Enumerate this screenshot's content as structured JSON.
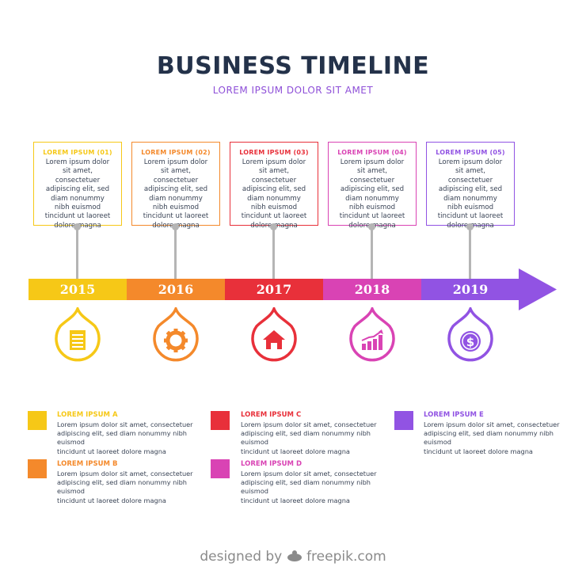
{
  "header": {
    "title": "BUSINESS TIMELINE",
    "subtitle": "LOREM IPSUM DOLOR SIT AMET"
  },
  "milestones": [
    {
      "heading": "LOREM IPSUM (01)",
      "lines": [
        "Lorem ipsum dolor",
        "sit amet,",
        "consectetuer",
        "adipiscing elit, sed",
        "diam nonummy",
        "nibh euismod",
        "tincidunt ut laoreet",
        "dolore magna"
      ],
      "year": "2015",
      "color": "#f6c817",
      "icon": "document-icon"
    },
    {
      "heading": "LOREM IPSUM (02)",
      "lines": [
        "Lorem ipsum dolor",
        "sit amet,",
        "consectetuer",
        "adipiscing elit, sed",
        "diam nonummy",
        "nibh euismod",
        "tincidunt ut laoreet",
        "dolore magna"
      ],
      "year": "2016",
      "color": "#f4892b",
      "icon": "gear-icon"
    },
    {
      "heading": "LOREM IPSUM (03)",
      "lines": [
        "Lorem ipsum dolor",
        "sit amet,",
        "consectetuer",
        "adipiscing elit, sed",
        "diam nonummy",
        "nibh euismod",
        "tincidunt ut laoreet",
        "dolore magna"
      ],
      "year": "2017",
      "color": "#e8303a",
      "icon": "house-icon"
    },
    {
      "heading": "LOREM IPSUM (04)",
      "lines": [
        "Lorem ipsum dolor",
        "sit amet,",
        "consectetuer",
        "adipiscing elit, sed",
        "diam nonummy",
        "nibh euismod",
        "tincidunt ut laoreet",
        "dolore magna"
      ],
      "year": "2018",
      "color": "#d943b4",
      "icon": "bar-chart-icon"
    },
    {
      "heading": "LOREM IPSUM (05)",
      "lines": [
        "Lorem ipsum dolor",
        "sit amet,",
        "consectetuer",
        "adipiscing elit, sed",
        "diam nonummy",
        "nibh euismod",
        "tincidunt ut laoreet",
        "dolore magna"
      ],
      "year": "2019",
      "color": "#9153e3",
      "icon": "dollar-coin-icon"
    }
  ],
  "legend": [
    {
      "heading": "LOREM IPSUM A",
      "color": "#f6c817",
      "lines": [
        "Lorem ipsum dolor sit amet, consectetuer",
        "adipiscing elit, sed diam nonummy nibh euismod",
        "tincidunt ut laoreet dolore magna"
      ]
    },
    {
      "heading": "LOREM IPSUM B",
      "color": "#f4892b",
      "lines": [
        "Lorem ipsum dolor sit amet, consectetuer",
        "adipiscing elit, sed diam nonummy nibh euismod",
        "tincidunt ut laoreet dolore magna"
      ]
    },
    {
      "heading": "LOREM IPSUM C",
      "color": "#e8303a",
      "lines": [
        "Lorem ipsum dolor sit amet, consectetuer",
        "adipiscing elit, sed diam nonummy nibh euismod",
        "tincidunt ut laoreet dolore magna"
      ]
    },
    {
      "heading": "LOREM IPSUM D",
      "color": "#d943b4",
      "lines": [
        "Lorem ipsum dolor sit amet, consectetuer",
        "adipiscing elit, sed diam nonummy nibh euismod",
        "tincidunt ut laoreet dolore magna"
      ]
    },
    {
      "heading": "LOREM IPSUM E",
      "color": "#9153e3",
      "lines": [
        "Lorem ipsum dolor sit amet, consectetuer",
        "adipiscing elit, sed diam nonummy nibh euismod",
        "tincidunt ut laoreet dolore magna"
      ]
    }
  ],
  "footer": {
    "prefix": "designed by",
    "brand": "freepik.com",
    "icon": "freepik-logo-icon"
  }
}
